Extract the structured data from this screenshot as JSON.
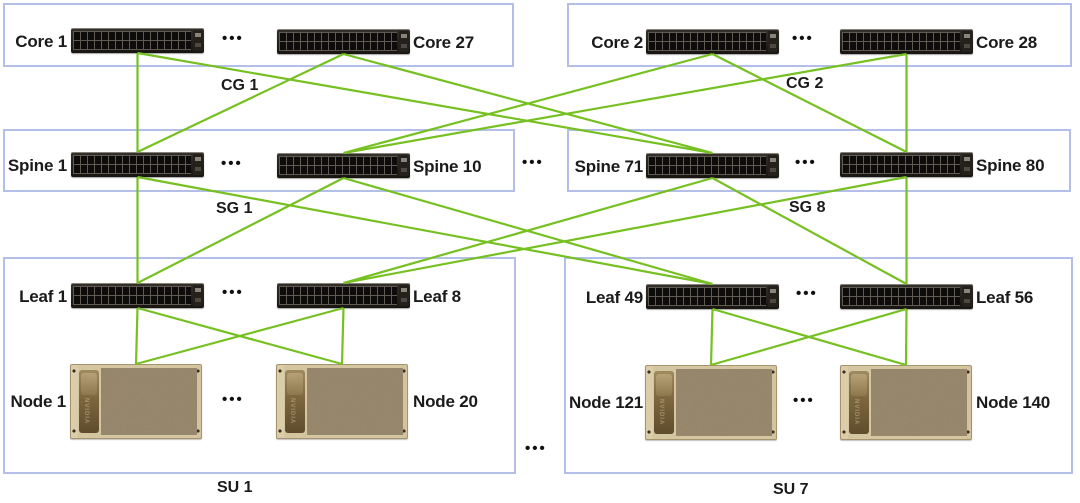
{
  "colors": {
    "link_green": "#76c021",
    "box_border": "#b3bfe9",
    "text": "#1b1b1b"
  },
  "ellipsis": "•••",
  "node_brand": "NVIDIA",
  "groups": {
    "cg1": {
      "label": "CG 1"
    },
    "cg2": {
      "label": "CG 2"
    },
    "sg1": {
      "label": "SG 1"
    },
    "sg8": {
      "label": "SG 8"
    },
    "su1": {
      "label": "SU 1"
    },
    "su7": {
      "label": "SU 7"
    }
  },
  "devices": {
    "core1": {
      "label": "Core 1",
      "kind": "core-switch"
    },
    "core27": {
      "label": "Core 27",
      "kind": "core-switch"
    },
    "core2": {
      "label": "Core 2",
      "kind": "core-switch"
    },
    "core28": {
      "label": "Core 28",
      "kind": "core-switch"
    },
    "spine1": {
      "label": "Spine 1",
      "kind": "spine-switch"
    },
    "spine10": {
      "label": "Spine 10",
      "kind": "spine-switch"
    },
    "spine71": {
      "label": "Spine 71",
      "kind": "spine-switch"
    },
    "spine80": {
      "label": "Spine 80",
      "kind": "spine-switch"
    },
    "leaf1": {
      "label": "Leaf 1",
      "kind": "leaf-switch"
    },
    "leaf8": {
      "label": "Leaf 8",
      "kind": "leaf-switch"
    },
    "leaf49": {
      "label": "Leaf 49",
      "kind": "leaf-switch"
    },
    "leaf56": {
      "label": "Leaf 56",
      "kind": "leaf-switch"
    },
    "node1": {
      "label": "Node 1",
      "kind": "compute-node"
    },
    "node20": {
      "label": "Node 20",
      "kind": "compute-node"
    },
    "node121": {
      "label": "Node 121",
      "kind": "compute-node"
    },
    "node140": {
      "label": "Node 140",
      "kind": "compute-node"
    }
  },
  "links": [
    [
      "core1",
      "spine1"
    ],
    [
      "core27",
      "spine1"
    ],
    [
      "core1",
      "spine71"
    ],
    [
      "core27",
      "spine71"
    ],
    [
      "core2",
      "spine10"
    ],
    [
      "core28",
      "spine10"
    ],
    [
      "core2",
      "spine80"
    ],
    [
      "core28",
      "spine80"
    ],
    [
      "spine1",
      "leaf1"
    ],
    [
      "spine10",
      "leaf1"
    ],
    [
      "spine1",
      "leaf49"
    ],
    [
      "spine10",
      "leaf49"
    ],
    [
      "spine71",
      "leaf8"
    ],
    [
      "spine80",
      "leaf8"
    ],
    [
      "spine71",
      "leaf56"
    ],
    [
      "spine80",
      "leaf56"
    ],
    [
      "leaf1",
      "node1"
    ],
    [
      "leaf8",
      "node1"
    ],
    [
      "leaf1",
      "node20"
    ],
    [
      "leaf8",
      "node20"
    ],
    [
      "leaf49",
      "node121"
    ],
    [
      "leaf56",
      "node121"
    ],
    [
      "leaf49",
      "node140"
    ],
    [
      "leaf56",
      "node140"
    ]
  ]
}
